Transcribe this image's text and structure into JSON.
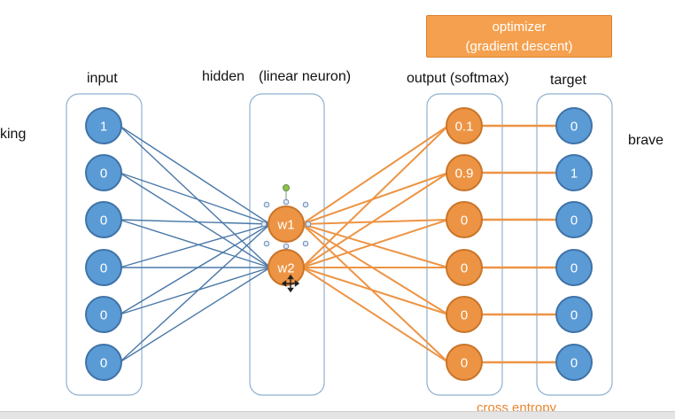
{
  "optimizer": {
    "line1": "optimizer",
    "line2": "(gradient descent)"
  },
  "labels": {
    "input": "input",
    "hidden": "hidden",
    "hidden_type": "(linear neuron)",
    "output": "output (softmax)",
    "target": "target",
    "left_word": "king",
    "right_word": "brave",
    "loss": "cross entropy"
  },
  "input_values": [
    "1",
    "0",
    "0",
    "0",
    "0",
    "0"
  ],
  "hidden_values": [
    "w1",
    "w2"
  ],
  "output_values": [
    "0.1",
    "0.9",
    "0",
    "0",
    "0",
    "0"
  ],
  "target_values": [
    "0",
    "1",
    "0",
    "0",
    "0",
    "0"
  ],
  "colors": {
    "blue_node": "#5b9bd5",
    "blue_edge": "#4a78a8",
    "orange_node": "#ed9444",
    "orange_edge": "#ed9444",
    "column_border": "#8fb0cf"
  }
}
